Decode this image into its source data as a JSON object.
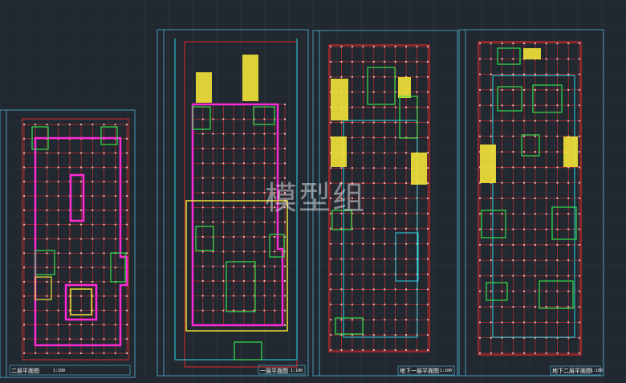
{
  "watermark": "模型组",
  "colors": {
    "background": "#212830",
    "grid": "#2c3440",
    "frame": "#4a9ab8",
    "red_axis": "#e02a2a",
    "magenta_boundary": "#ff2bd6",
    "yellow": "#f3e33a",
    "green": "#35e04a",
    "cyan": "#2fd7e6",
    "white": "#ffffff"
  },
  "sheets": [
    {
      "id": "sheet-1",
      "title": "二层平面图",
      "scale": "1:100"
    },
    {
      "id": "sheet-2",
      "title": "一层平面图",
      "scale": "1:100"
    },
    {
      "id": "sheet-3",
      "title": "地下一层平面图",
      "scale": "1:100"
    },
    {
      "id": "sheet-4",
      "title": "地下二层平面图",
      "scale": "1:100"
    }
  ]
}
